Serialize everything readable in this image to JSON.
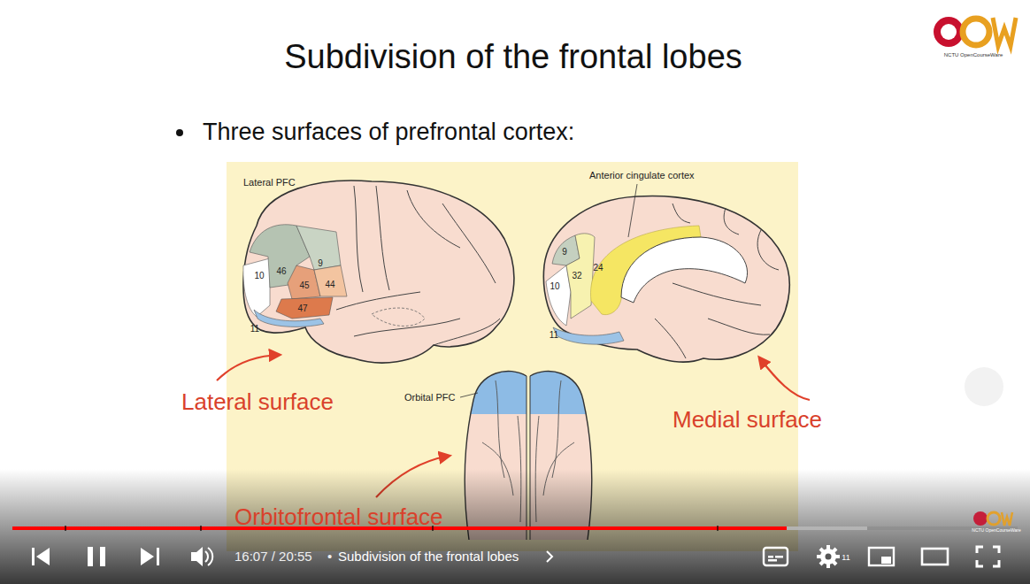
{
  "diagram": {
    "title": "Subdivision of the frontal lobes",
    "labels": [
      "Three surfaces of prefrontal cortex:",
      "Lateral PFC",
      "9",
      "46",
      "10",
      "45",
      "44",
      "47",
      "11",
      "Anterior cingulate cortex",
      "9",
      "24",
      "32",
      "10",
      "11",
      "Orbital PFC",
      "Lateral surface",
      "Medial surface",
      "Orbitofrontal surface",
      "16:07 / 20:55",
      "•",
      "Subdivision of the frontal lobes",
      "11",
      "NCTU OpenCourseWare",
      "NCTU OpenCourseWare"
    ]
  }
}
